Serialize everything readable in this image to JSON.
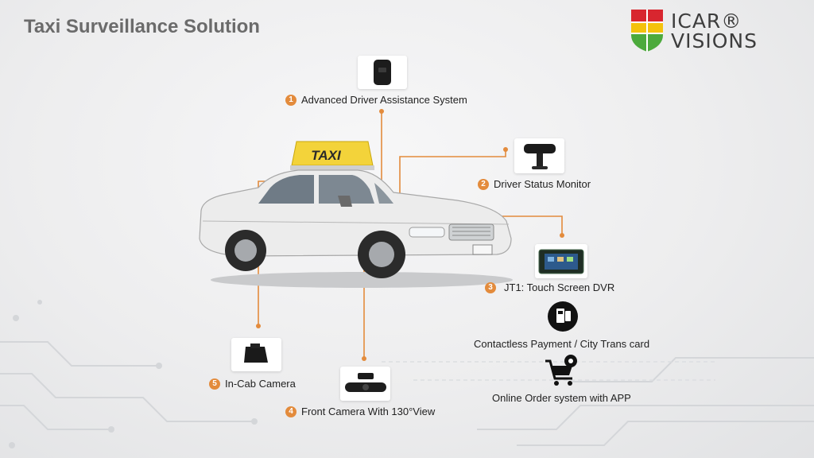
{
  "page": {
    "title": "Taxi Surveillance Solution"
  },
  "logo": {
    "line1": "ICAR®",
    "line2": "VISIONS"
  },
  "car_sign": "TAXI",
  "features": [
    {
      "number": "1",
      "label": "Advanced Driver Assistance System",
      "icon": "adas-camera-icon"
    },
    {
      "number": "2",
      "label": "Driver Status Monitor",
      "icon": "driver-monitor-icon"
    },
    {
      "number": "3",
      "label": "JT1: Touch Screen DVR",
      "icon": "touch-dvr-icon"
    },
    {
      "number": "",
      "label": "Contactless Payment / City Trans card",
      "icon": "contactless-payment-icon"
    },
    {
      "number": "",
      "label": "Online Order system with APP",
      "icon": "online-order-icon"
    },
    {
      "number": "4",
      "label": "Front Camera With 130°View",
      "icon": "front-camera-icon"
    },
    {
      "number": "5",
      "label": "In-Cab Camera",
      "icon": "in-cab-camera-icon"
    }
  ],
  "colors": {
    "accent": "#e38b3c",
    "title": "#6b6b6b",
    "logo_red": "#d8262f",
    "logo_yellow": "#f4c20d",
    "logo_green": "#4caa3c"
  }
}
